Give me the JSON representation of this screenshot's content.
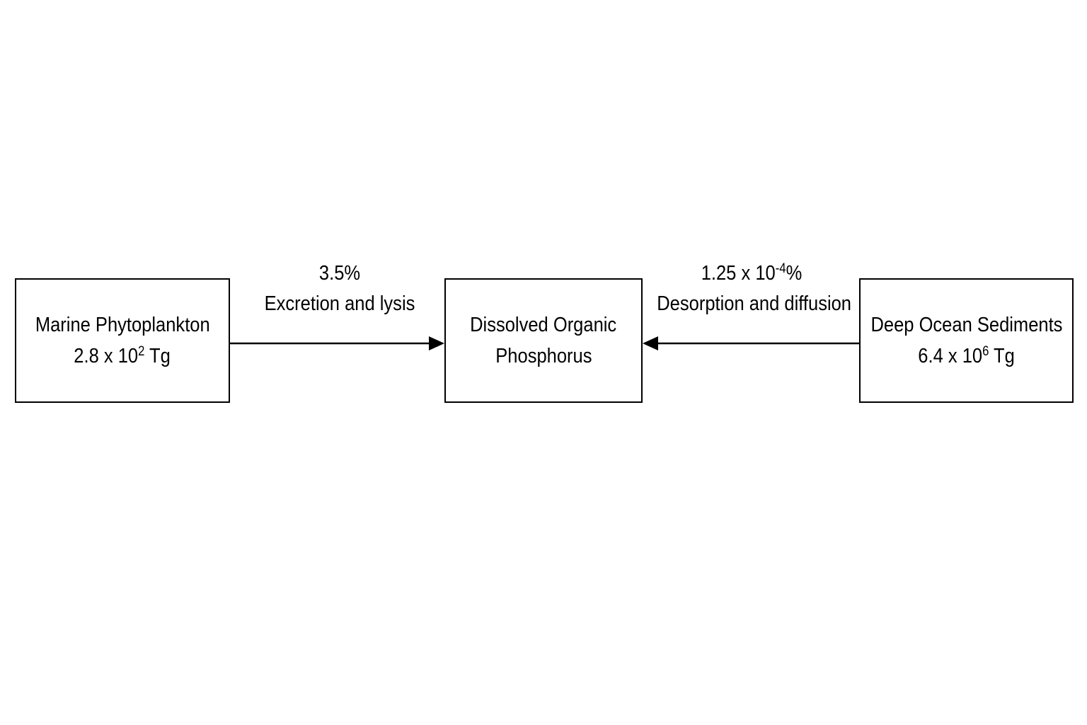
{
  "diagram": {
    "nodes": {
      "phytoplankton": {
        "name": "Marine Phytoplankton",
        "amount_base": "2.8 x 10",
        "amount_exp": "2",
        "amount_unit": " Tg"
      },
      "dop": {
        "name_line1": "Dissolved Organic",
        "name_line2": "Phosphorus"
      },
      "sediments": {
        "name": "Deep Ocean Sediments",
        "amount_base": "6.4 x 10",
        "amount_exp": "6",
        "amount_unit": " Tg"
      }
    },
    "flows": {
      "excretion": {
        "rate": "3.5%",
        "process": "Excretion and lysis"
      },
      "desorption": {
        "rate_base": "1.25 x 10",
        "rate_exp": "-4",
        "rate_unit": "%",
        "process": "Desorption and diffusion"
      }
    },
    "colors": {
      "stroke": "#000000",
      "background": "#ffffff"
    }
  }
}
